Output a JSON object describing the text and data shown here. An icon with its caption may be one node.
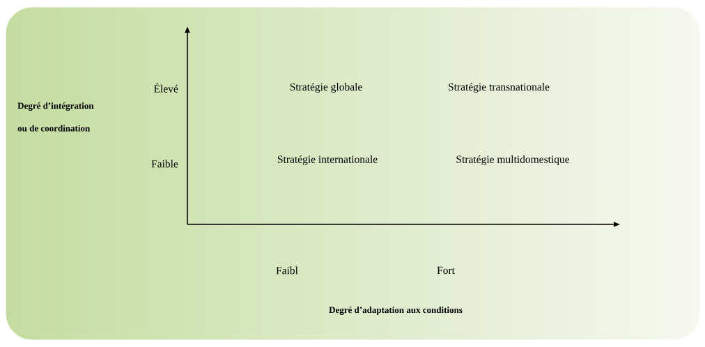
{
  "diagram": {
    "labels": [
      "Élevé",
      "Degré d’intégration",
      "ou de coordination",
      "Faible",
      "Stratégie globale",
      "Stratégie transnationale",
      "Stratégie internationale",
      "Stratégie multidomestique",
      "Faibl",
      "Fort",
      "Degré d’adaptation aux conditions"
    ]
  }
}
